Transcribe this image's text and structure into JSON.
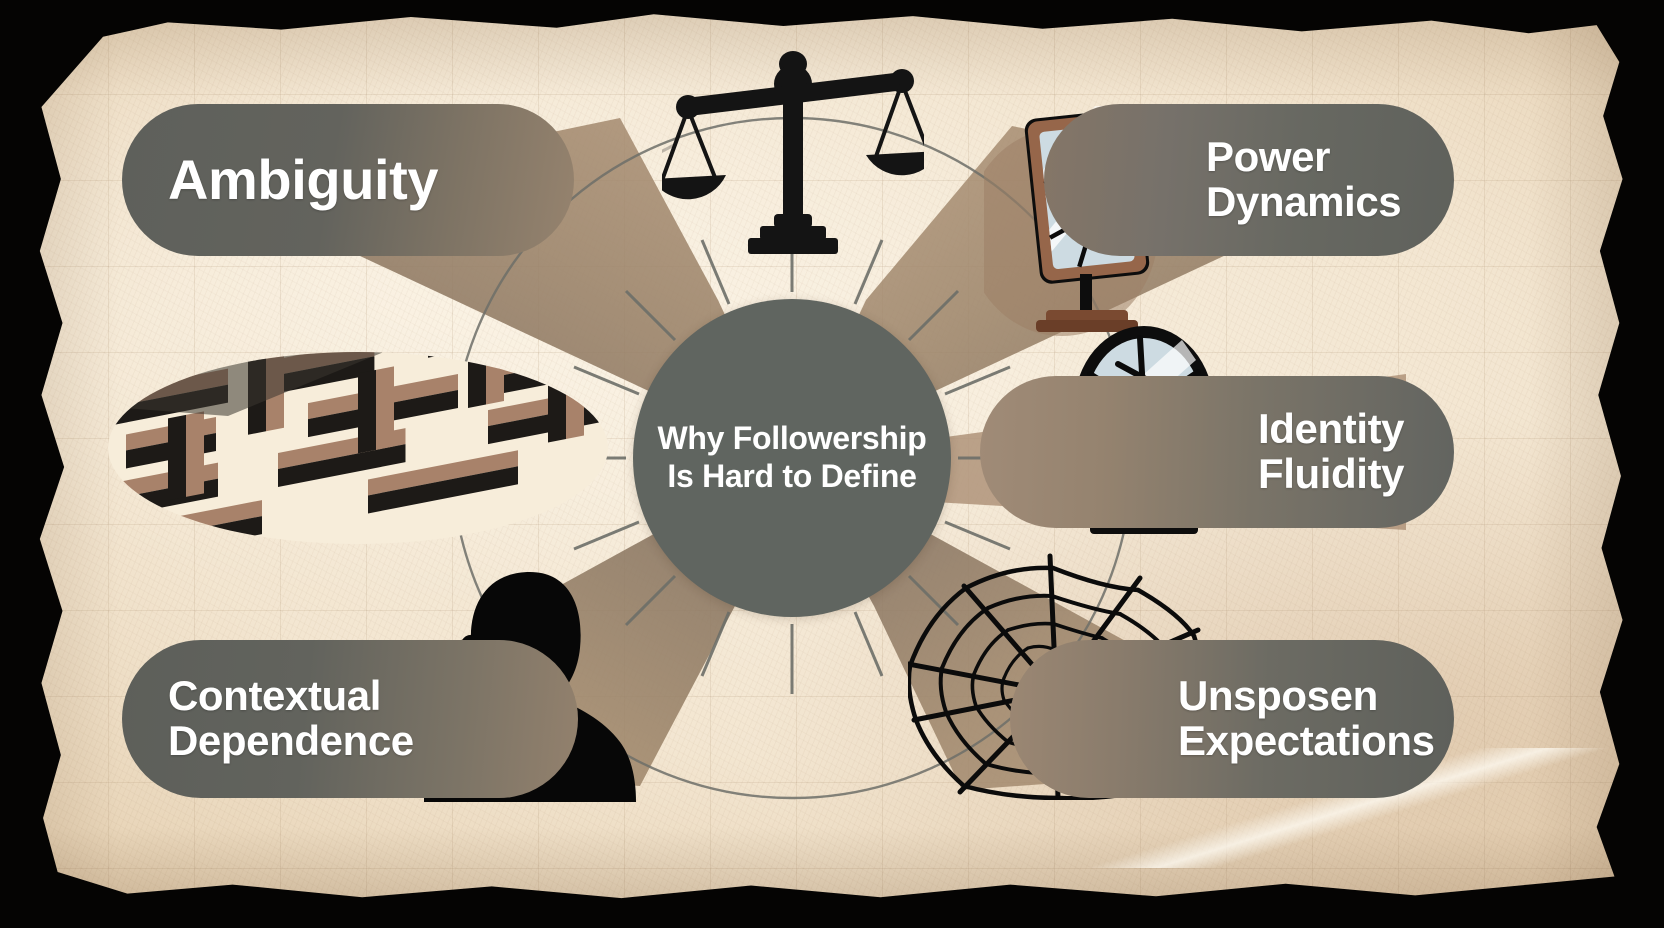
{
  "poster": {
    "medium": "parchment-infographic",
    "center": {
      "title": "Why Followership\nIs Hard to Define",
      "hub_color": "#606560",
      "text_color": "#ffffff"
    },
    "palette": {
      "parchment_light": "#f8efdf",
      "parchment_mid": "#f3e6d1",
      "parchment_dark": "#dcc3a1",
      "pill_gray": "#5e605b",
      "pill_tan": "#a08b77",
      "ink_black": "#111111",
      "frame_brown": "#96664a",
      "mirror_glass": "#c6d6dd",
      "border_black": "#050403",
      "grid_line": "#aa8e6e",
      "spoke_gray": "#6d6f69"
    },
    "nodes": [
      {
        "id": "ambiguity",
        "label": "Ambiguity",
        "label_lines": [
          "Ambiguity"
        ],
        "position": "top-left",
        "icon": "maze-icon",
        "pill_fill": "gray-to-tan",
        "wedge_angle_deg": 215
      },
      {
        "id": "power-dynamics",
        "label": "Power Dynamics",
        "label_lines": [
          "Power",
          "Dynamics"
        ],
        "position": "top-right",
        "icon": "cracked-mirror-icon",
        "pill_fill": "tan-to-gray",
        "wedge_angle_deg": 325
      },
      {
        "id": "identity-fluidity",
        "label": "Identity Fluidity",
        "label_lines": [
          "Identity",
          "Fluidity"
        ],
        "position": "middle-right",
        "icon": "shattered-round-mirror-icon",
        "pill_fill": "tan-to-gray",
        "wedge_angle_deg": 0
      },
      {
        "id": "contextual-dependence",
        "label": "Contextual Dependence",
        "label_lines": [
          "Contextual",
          "Dependence"
        ],
        "position": "bottom-left",
        "icon": "person-silhouette-icon",
        "pill_fill": "gray-to-tan",
        "wedge_angle_deg": 145
      },
      {
        "id": "unsposen-expectations",
        "label": "Unsposen Expectations",
        "label_lines": [
          "Unsposen",
          "Expectations"
        ],
        "position": "bottom-right",
        "icon": "spider-web-icon",
        "pill_fill": "tan-to-gray",
        "wedge_angle_deg": 35
      }
    ],
    "decorations": [
      {
        "id": "balance-scales",
        "icon": "balance-scales-icon",
        "position": "top-center",
        "color": "#111111"
      },
      {
        "id": "outer-ring",
        "icon": "circle-outline-icon",
        "color": "#6d6f69"
      },
      {
        "id": "spoke-ring",
        "icon": "radial-spokes-icon",
        "count": 16,
        "color": "#6d6f69"
      }
    ]
  }
}
